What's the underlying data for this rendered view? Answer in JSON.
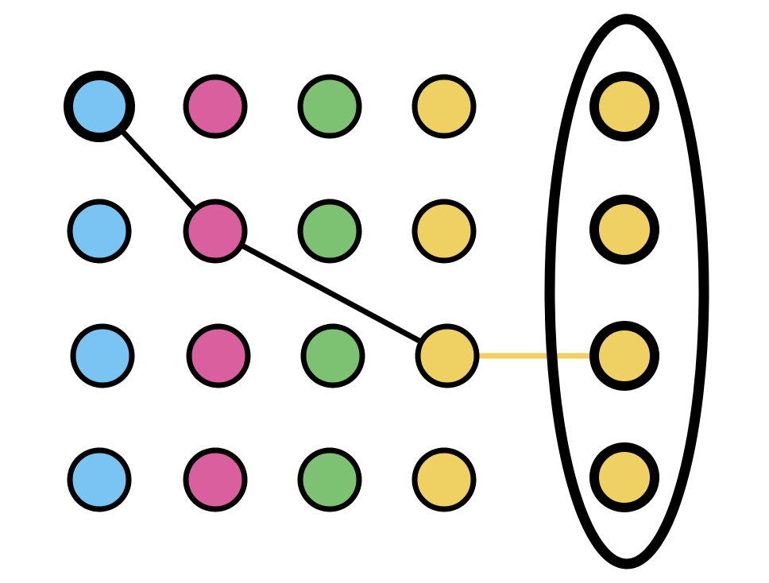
{
  "colors": {
    "blue": "#79c4f2",
    "pink": "#d95f9e",
    "green": "#7dc272",
    "yellow": "#efd062",
    "outline": "#000000",
    "yellow_link": "#efd062",
    "background": "#ffffff"
  },
  "grid": {
    "columns": [
      "blue",
      "pink",
      "green",
      "yellow"
    ],
    "row_count": 4
  },
  "selected_column": {
    "color": "yellow",
    "count": 4
  },
  "path": [
    {
      "row": 0,
      "col": 0
    },
    {
      "row": 1,
      "col": 1
    },
    {
      "row": 2,
      "col": 3
    }
  ],
  "link": {
    "from": {
      "row": 2,
      "col": 3
    },
    "to_selected_index": 2,
    "color": "yellow_link"
  },
  "emphasized_nodes": [
    {
      "row": 0,
      "col": 0
    }
  ]
}
